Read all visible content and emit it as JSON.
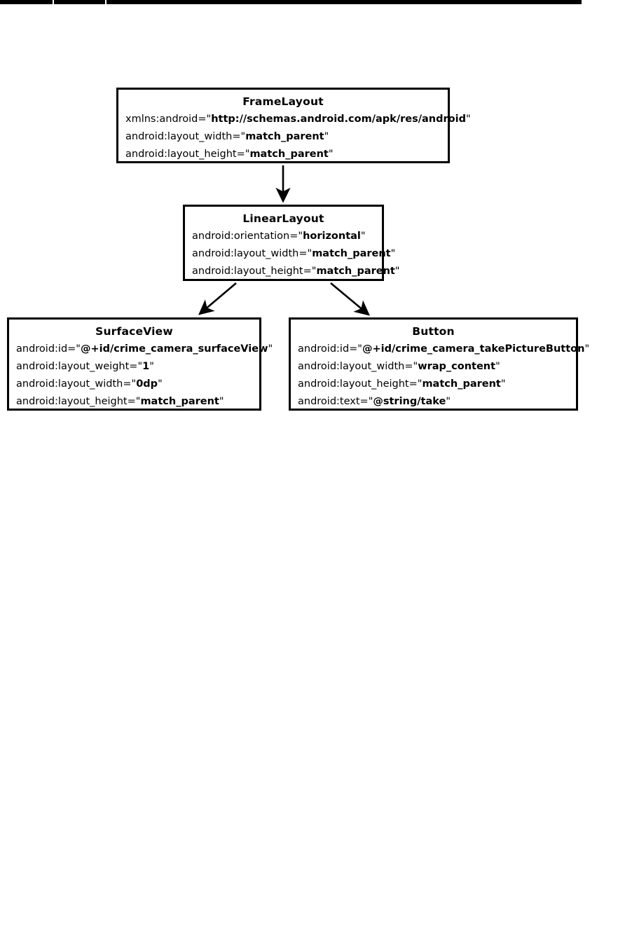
{
  "figure": {
    "type": "android-layout-xml-tree",
    "top_fragment": {
      "description": "bottom border of a preceding figure, clipped at the page top",
      "divider_positions": [
        75,
        150
      ]
    },
    "nodes": [
      {
        "id": "frame-layout",
        "title": "FrameLayout",
        "attributes": [
          {
            "name": "xmlns:android=",
            "value": "http://schemas.android.com/apk/res/android"
          },
          {
            "name": "android:layout_width=",
            "value": "match_parent"
          },
          {
            "name": "android:layout_height=",
            "value": "match_parent"
          }
        ]
      },
      {
        "id": "linear-layout",
        "title": "LinearLayout",
        "attributes": [
          {
            "name": "android:orientation=",
            "value": "horizontal"
          },
          {
            "name": "android:layout_width=",
            "value": "match_parent"
          },
          {
            "name": "android:layout_height=",
            "value": "match_parent"
          }
        ]
      },
      {
        "id": "surface-view",
        "title": "SurfaceView",
        "attributes": [
          {
            "name": "android:id=",
            "value": "@+id/crime_camera_surfaceView"
          },
          {
            "name": "android:layout_weight=",
            "value": "1"
          },
          {
            "name": "android:layout_width=",
            "value": "0dp"
          },
          {
            "name": "android:layout_height=",
            "value": "match_parent"
          }
        ]
      },
      {
        "id": "button",
        "title": "Button",
        "attributes": [
          {
            "name": "android:id=",
            "value": "@+id/crime_camera_takePictureButton"
          },
          {
            "name": "android:layout_width=",
            "value": "wrap_content"
          },
          {
            "name": "android:layout_height=",
            "value": "match_parent"
          },
          {
            "name": "android:text=",
            "value": "@string/take"
          }
        ]
      }
    ],
    "edges": [
      {
        "from": "frame-layout",
        "to": "linear-layout",
        "style": "straight-down-arrow"
      },
      {
        "from": "linear-layout",
        "to": "surface-view",
        "style": "diagonal-down-left-arrow"
      },
      {
        "from": "linear-layout",
        "to": "button",
        "style": "diagonal-down-right-arrow"
      }
    ],
    "colors": {
      "stroke": "#000000",
      "fill": "#ffffff",
      "text": "#000000"
    },
    "quote_char": "\""
  }
}
